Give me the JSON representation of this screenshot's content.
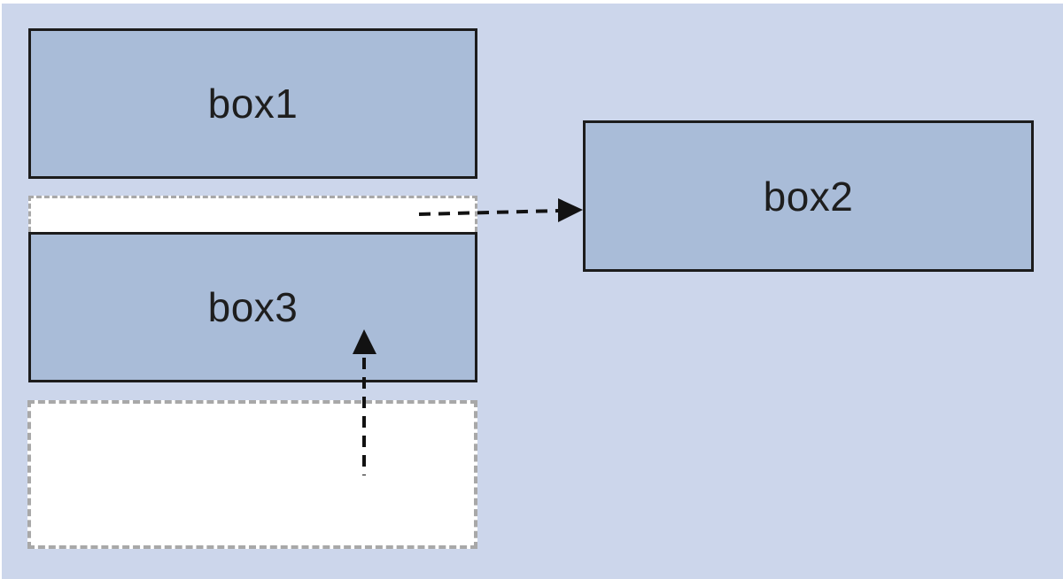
{
  "diagram": {
    "background_color": "#ccd6eb",
    "box_fill_color": "#a9bcd8",
    "box_border_color": "#1c1c1c",
    "placeholder_fill_color": "#ffffff",
    "placeholder_border_color": "#a8a8a8",
    "arrow_color": "#121212",
    "label_color": "#1e1e1e",
    "boxes": [
      {
        "id": "box1",
        "label": "box1"
      },
      {
        "id": "box2",
        "label": "box2"
      },
      {
        "id": "box3",
        "label": "box3"
      }
    ],
    "arrows": [
      {
        "id": "arrow-strip-to-box2",
        "direction": "right",
        "style": "dashed"
      },
      {
        "id": "arrow-up-into-box3",
        "direction": "up",
        "style": "dashed"
      }
    ]
  }
}
